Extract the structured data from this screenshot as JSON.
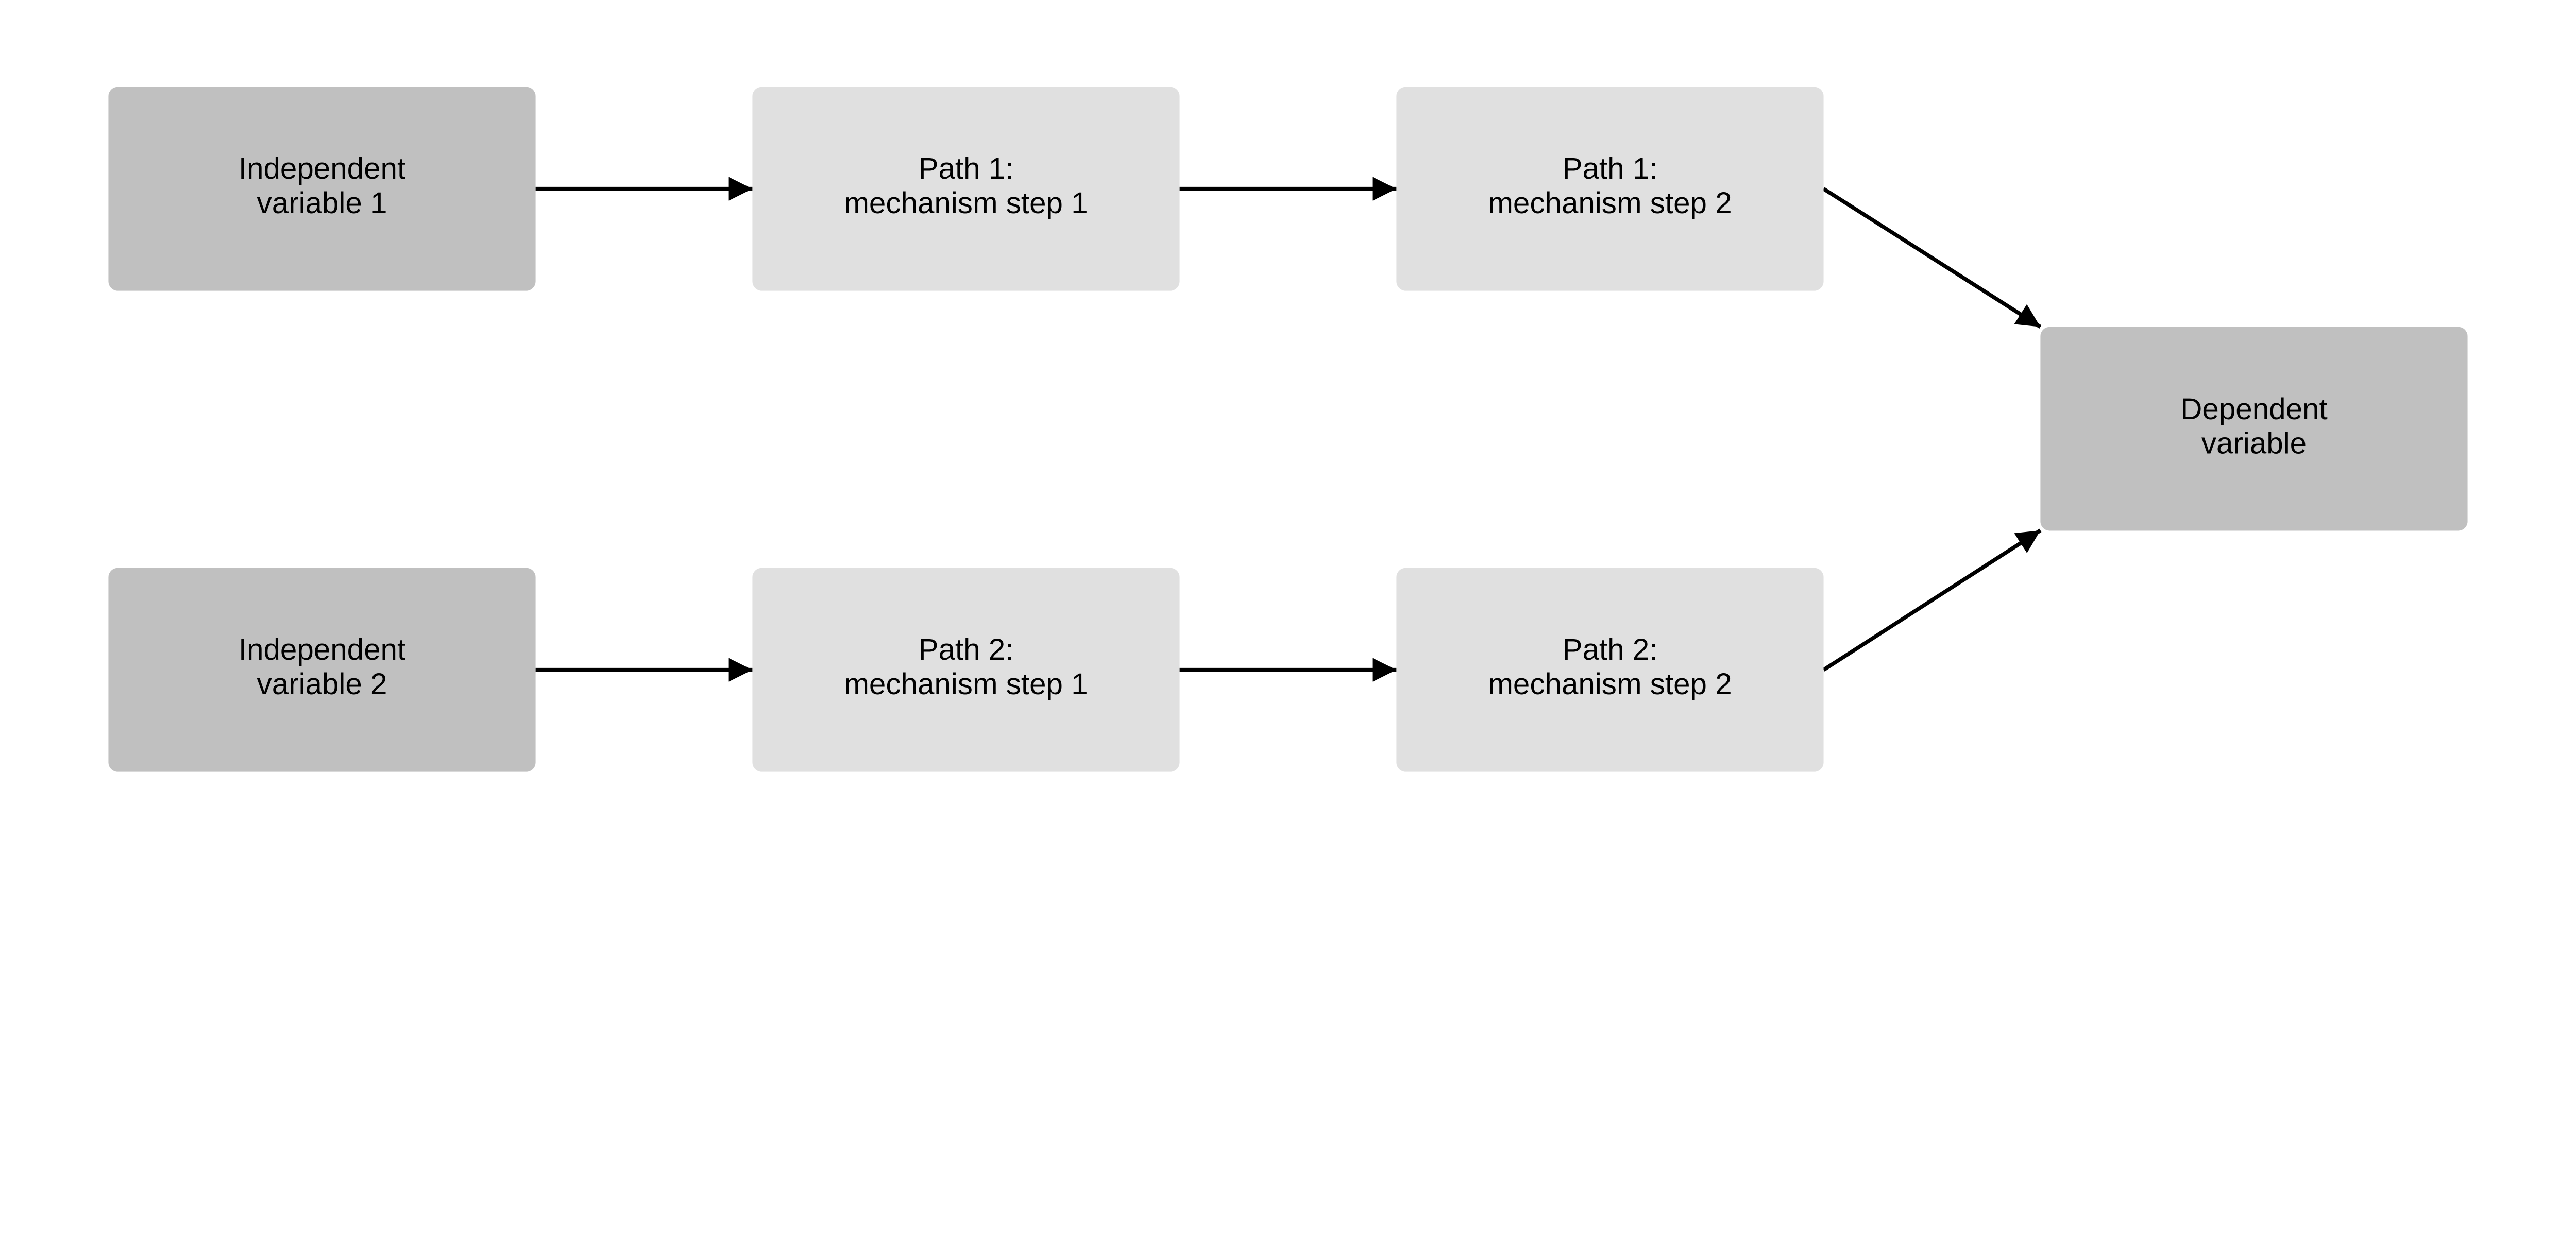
{
  "colors": {
    "primary_node": "#c0c0c0",
    "mechanism_node": "#e0e0e0",
    "edge": "#000000"
  },
  "nodes": {
    "iv1": {
      "line1": "Independent",
      "line2": "variable 1"
    },
    "p1s1": {
      "line1": "Path 1:",
      "line2": "mechanism step 1"
    },
    "p1s2": {
      "line1": "Path 1:",
      "line2": "mechanism step 2"
    },
    "iv2": {
      "line1": "Independent",
      "line2": "variable 2"
    },
    "p2s1": {
      "line1": "Path 2:",
      "line2": "mechanism step 1"
    },
    "p2s2": {
      "line1": "Path 2:",
      "line2": "mechanism step 2"
    },
    "dv": {
      "line1": "Dependent",
      "line2": "variable"
    }
  },
  "edges": [
    {
      "from": "iv1",
      "to": "p1s1"
    },
    {
      "from": "p1s1",
      "to": "p1s2"
    },
    {
      "from": "p1s2",
      "to": "dv"
    },
    {
      "from": "iv2",
      "to": "p2s1"
    },
    {
      "from": "p2s1",
      "to": "p2s2"
    },
    {
      "from": "p2s2",
      "to": "dv"
    }
  ]
}
